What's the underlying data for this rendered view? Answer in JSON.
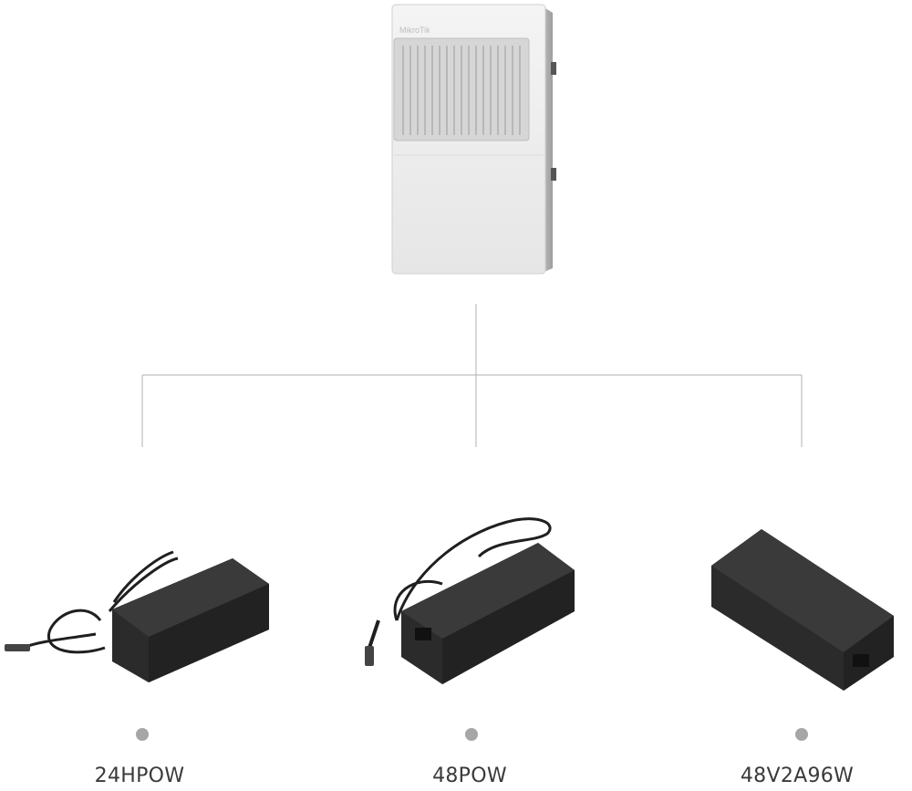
{
  "device": {
    "brand_text": "MikroTik",
    "icon": "outdoor-switch-enclosure"
  },
  "adapters": [
    {
      "label": "24HPOW",
      "icon": "power-adapter"
    },
    {
      "label": "48POW",
      "icon": "power-adapter"
    },
    {
      "label": "48V2A96W",
      "icon": "power-adapter"
    }
  ],
  "colors": {
    "connector": "#bdbdbd",
    "dot": "#a6a6a6",
    "label": "#3a3a3a",
    "adapter_body": "#2b2b2b"
  }
}
